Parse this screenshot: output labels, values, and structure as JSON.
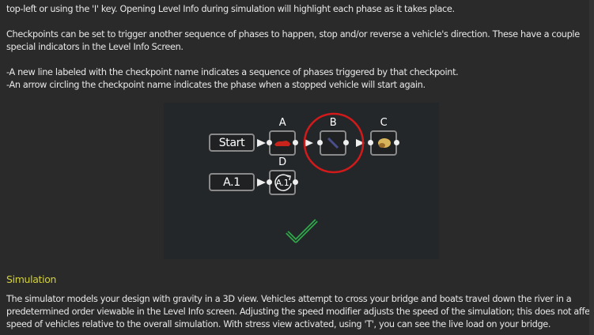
{
  "intro": {
    "line1": "top-left or using the 'I' key. Opening Level Info during simulation will highlight each phase as it takes place.",
    "para2_line1": "Checkpoints can be set to trigger another sequence of phases to happen, stop and/or reverse a vehicle's direction. These have a couple",
    "para2_line2": "special indicators in the Level Info Screen.",
    "bullet1": "-A new line labeled with the checkpoint name indicates a sequence of phases triggered by that checkpoint.",
    "bullet2": "-An arrow circling the checkpoint name indicates the phase when a stopped vehicle will start again."
  },
  "diagram": {
    "start_label": "Start",
    "checkpoint_label": "A.1",
    "phases": [
      {
        "label": "A",
        "icon": "car-icon"
      },
      {
        "label": "B",
        "icon": "beam-icon"
      },
      {
        "label": "C",
        "icon": "boat-icon"
      },
      {
        "label": "D",
        "icon": "restart-checkpoint-icon",
        "inner": "A.1"
      }
    ],
    "highlight_color": "#d21a1a",
    "check_color": "#2fa84a"
  },
  "simulation": {
    "heading": "Simulation",
    "line1": "The simulator models your design with gravity in a 3D view. Vehicles attempt to cross your bridge and boats travel down the river in a",
    "line2": "predetermined order viewable in the Level Info screen. Adjusting the speed modifier adjusts the speed of the simulation; this does not affect",
    "line3": "speed of vehicles relative to the overall simulation. With stress view activated, using 'T', you can see the live load on your bridge."
  }
}
